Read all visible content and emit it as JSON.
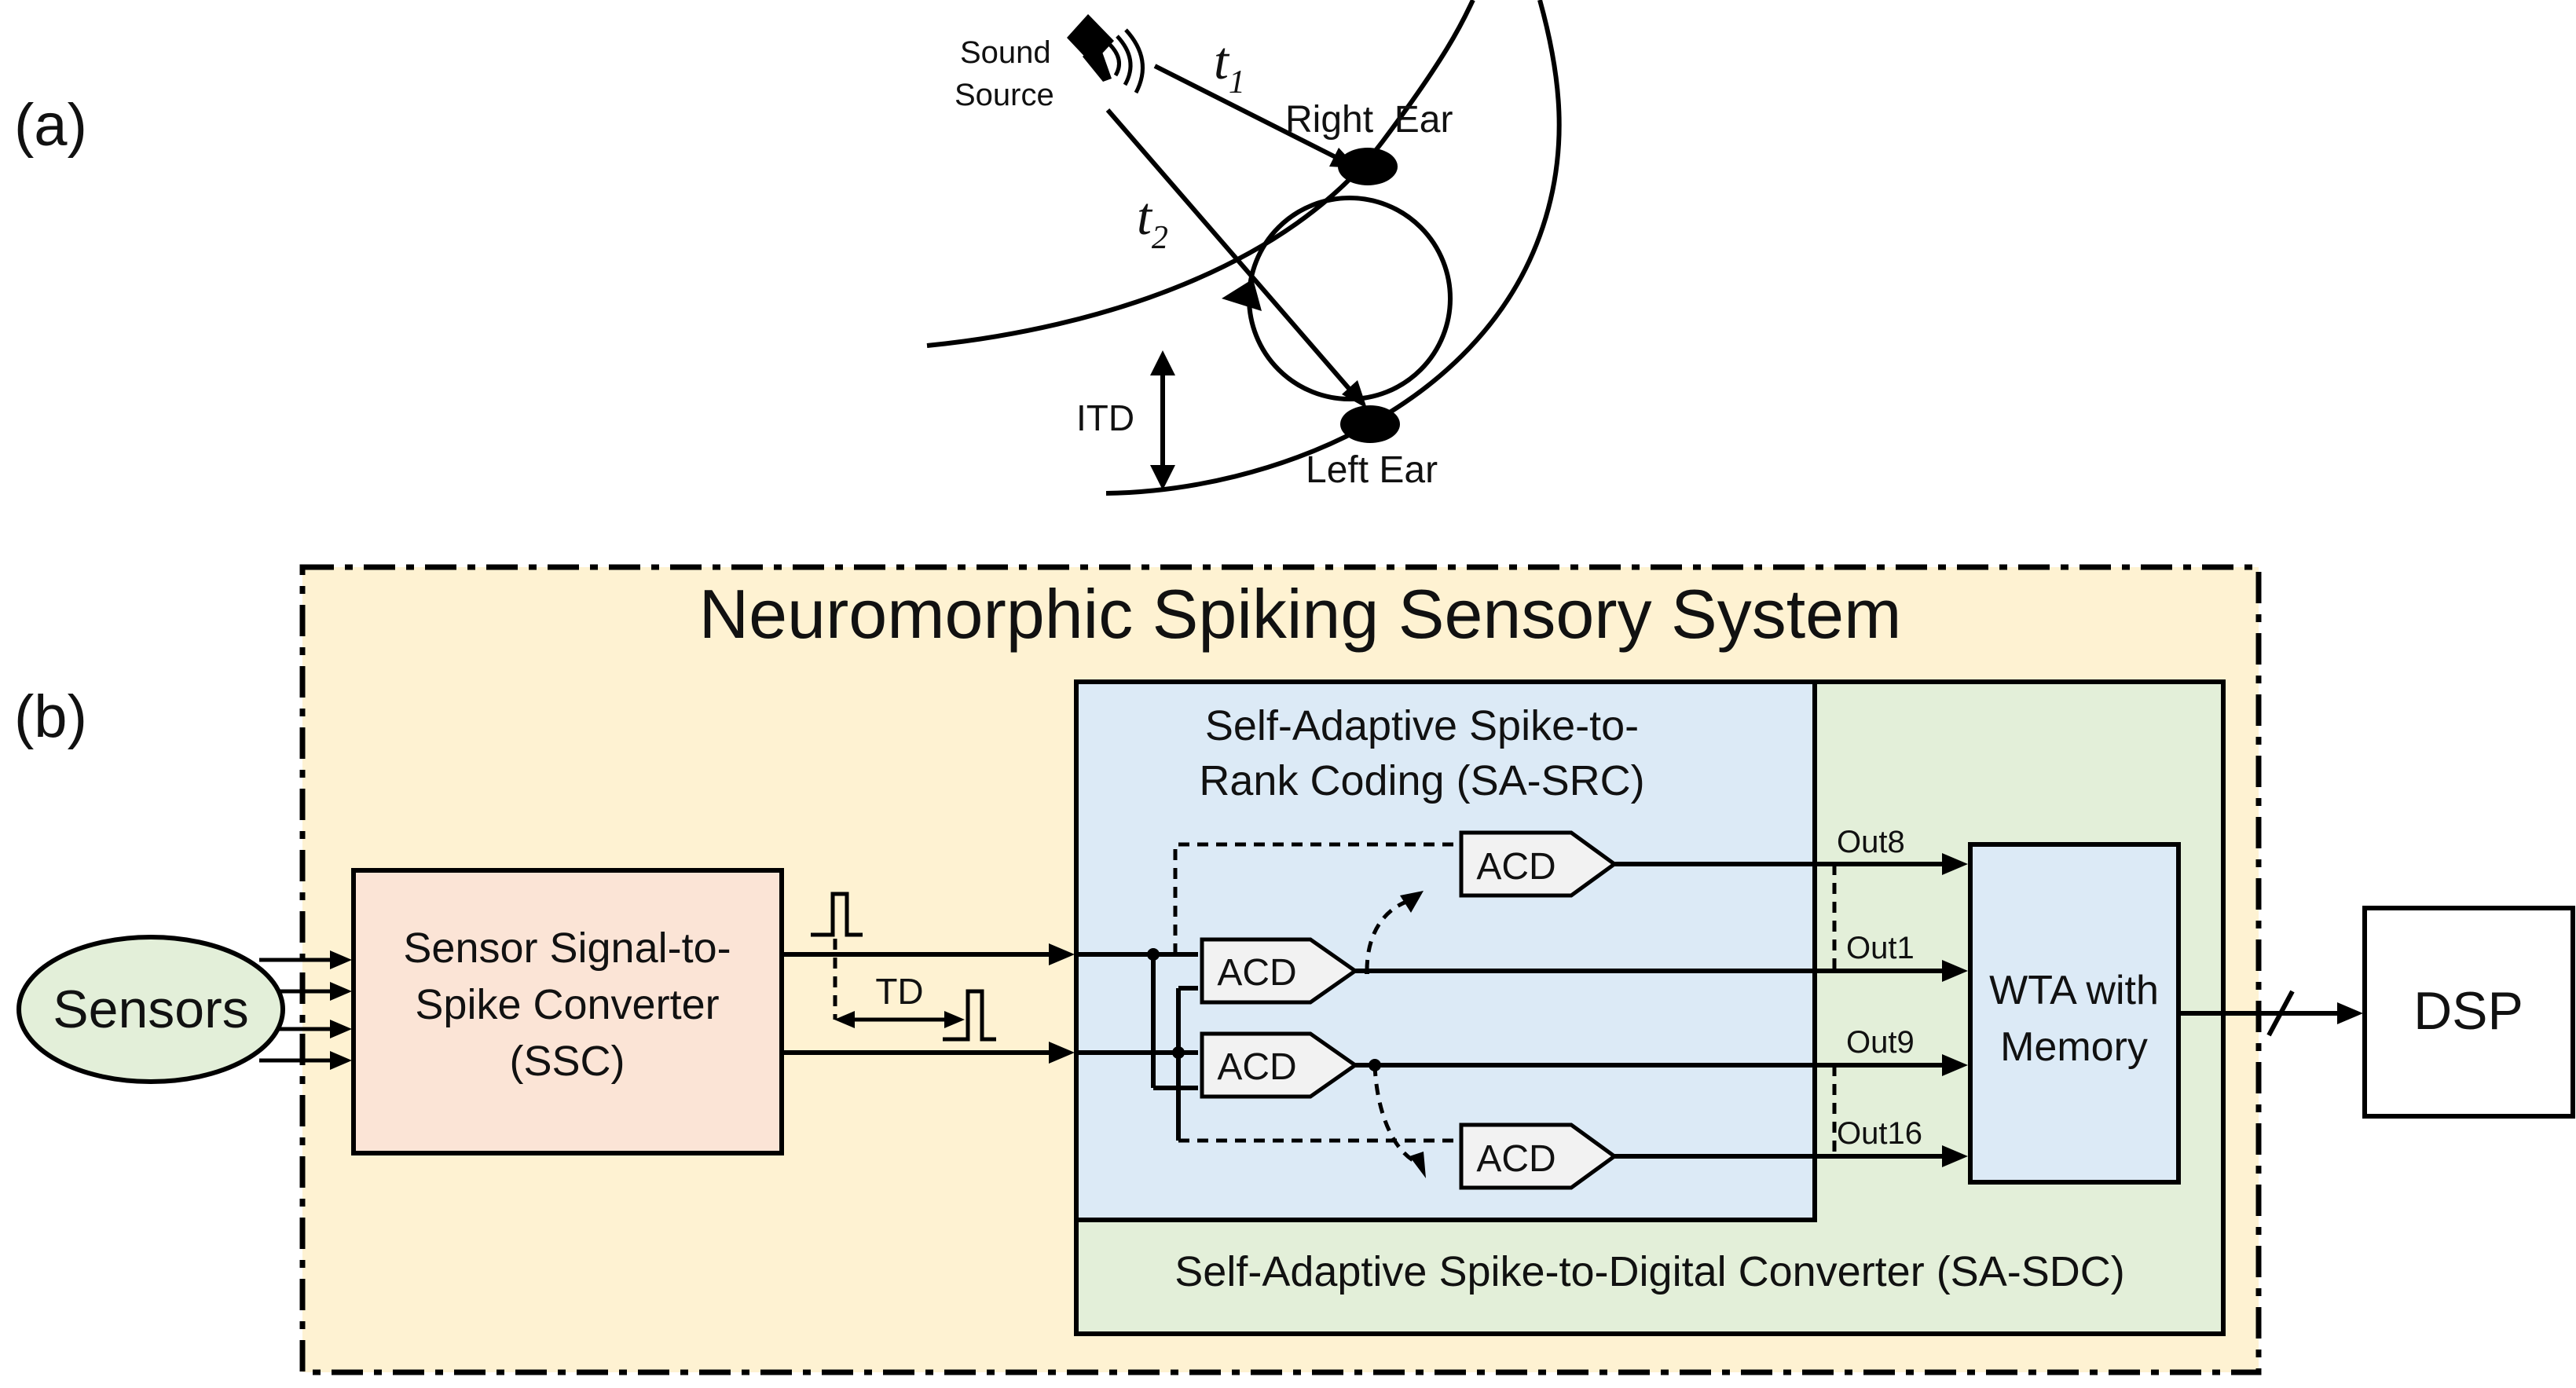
{
  "panel_labels": {
    "a": "(a)",
    "b": "(b)"
  },
  "part_a": {
    "sound_source_line1": "Sound",
    "sound_source_line2": "Source",
    "t1": "t",
    "t1_sub": "1",
    "t2": "t",
    "t2_sub": "2",
    "right_ear": "Right  Ear",
    "left_ear": "Left Ear",
    "itd": "ITD"
  },
  "part_b": {
    "system_title": "Neuromorphic Spiking Sensory System",
    "sensors": "Sensors",
    "ssc_line1": "Sensor Signal-to-",
    "ssc_line2": "Spike Converter",
    "ssc_line3": "(SSC)",
    "td": "TD",
    "sa_src_line1": "Self-Adaptive Spike-to-",
    "sa_src_line2": "Rank Coding (SA-SRC)",
    "sa_sdc": "Self-Adaptive Spike-to-Digital Converter (SA-SDC)",
    "acd": "ACD",
    "outputs": [
      "Out8",
      "Out1",
      "Out9",
      "Out16"
    ],
    "wta_line1": "WTA with",
    "wta_line2": "Memory",
    "dsp": "DSP"
  },
  "colors": {
    "system_bg": "#FEF2D2",
    "ssc_fill": "#FBE4D6",
    "src_fill": "#DCEAF6",
    "sdc_fill": "#E3EFD9",
    "sensors_fill": "#E3EFD9",
    "wta_fill": "#DCEAF6",
    "acd_fill": "#F2F2F2",
    "stroke": "#000000"
  }
}
